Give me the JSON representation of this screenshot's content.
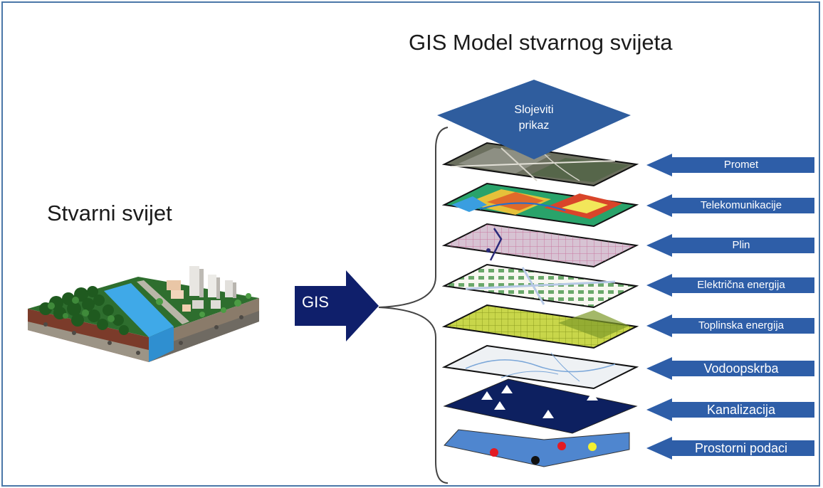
{
  "diagram": {
    "title": "GIS Model stvarnog svijeta",
    "real_world_label": "Stvarni svijet",
    "gis_arrow_label": "GIS",
    "top_label_line1": "Slojeviti",
    "top_label_line2": "prikaz",
    "layers": [
      {
        "label": "Promet"
      },
      {
        "label": "Telekomunikacije"
      },
      {
        "label": "Plin"
      },
      {
        "label": "Električna energija"
      },
      {
        "label": "Toplinska energija"
      },
      {
        "label": "Vodoopskrba"
      },
      {
        "label": "Kanalizacija"
      },
      {
        "label": "Prostorni podaci"
      }
    ]
  },
  "colors": {
    "frame_border": "#4a77a8",
    "arrow_blue": "#2e5ea8",
    "gis_arrow": "#0f1f6b",
    "diamond": "#2f5d9e",
    "sewer_layer": "#0d2060",
    "spatial_layer": "#4f86cf"
  }
}
